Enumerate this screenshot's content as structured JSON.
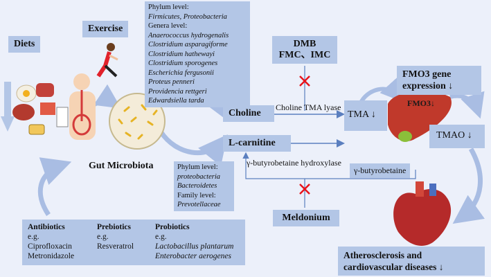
{
  "diets": "Diets",
  "exercise": "Exercise",
  "gut_microbiota": "Gut Microbiota",
  "top_list": {
    "phylum_label": "Phylum level:",
    "phylum_items": "Firmicutes, Proteobacteria",
    "genera_label": "Genera level:",
    "genera_items": [
      "Anaerococcus hydrogenalis",
      "Clostridium asparagiforme",
      "Clostridium hathewayi",
      "Clostridium sporogenes",
      "Escherichia fergusonii",
      "Proteus penneri",
      "Providencia rettgeri",
      "Edwardsiella tarda"
    ]
  },
  "mid_list": {
    "phylum_label": "Phylum level:",
    "phylum_items": [
      "proteobacteria",
      "Bacteroidetes"
    ],
    "family_label": "Family level:",
    "family_items": [
      "Prevotellaceae"
    ]
  },
  "dmb": {
    "line1": "DMB",
    "line2": "FMC、IMC"
  },
  "fmo3_gene": {
    "line1": "FMO3 gene",
    "line2": "expression ↓"
  },
  "choline": "Choline",
  "l_carnitine": "L-carnitine",
  "choline_tma_lyase": "Choline TMA lyase",
  "tma": "TMA ↓",
  "fmo3": "FMO3↓",
  "tmao": "TMAO ↓",
  "gamma_hydroxylase": "γ-butyrobetaine hydroxylase",
  "gamma_butyrobetaine": "γ-butyrobetaine",
  "meldonium": "Meldonium",
  "treatments": {
    "antibiotics": {
      "title": "Antibiotics",
      "eg": "e.g.",
      "items": [
        "Ciprofloxacin",
        "Metronidazole"
      ]
    },
    "prebiotics": {
      "title": "Prebiotics",
      "eg": "e.g.",
      "items": [
        "Resveratrol"
      ]
    },
    "probiotics": {
      "title": "Probiotics",
      "eg": "e.g.",
      "items": [
        "Lactobacillus plantarum",
        "Enterobacter aerogenes"
      ]
    }
  },
  "outcome": {
    "line1": "Atherosclerosis and",
    "line2": "cardiovascular diseases ↓"
  },
  "colors": {
    "box": "#b3c6e6",
    "red": "#e8141c",
    "arrow": "#5b7fbf"
  }
}
